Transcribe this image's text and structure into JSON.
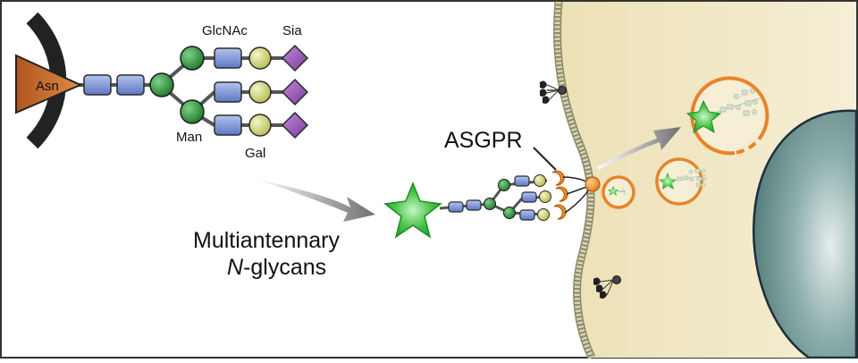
{
  "labels": {
    "asn": "Asn",
    "glcnac": "GlcNAc",
    "sia": "Sia",
    "man": "Man",
    "gal": "Gal",
    "asgpr": "ASGPR",
    "glycans_line1": "Multiantennary",
    "glycans_italic": "N",
    "glycans_rest": "-glycans"
  },
  "colors": {
    "asn": "#c8692c",
    "glcnac": "#7f97d4",
    "mannose": "#2f9a3f",
    "galactose": "#d7dc82",
    "sialic_acid": "#9a55b8",
    "receptor": "#f08c1e",
    "cytoplasm": "#f0e6c2",
    "nucleus": "#6d9492",
    "vesicle_ring": "#e8832a",
    "drug_star": "#3fc23f",
    "arrow": "#8a8a8a"
  }
}
